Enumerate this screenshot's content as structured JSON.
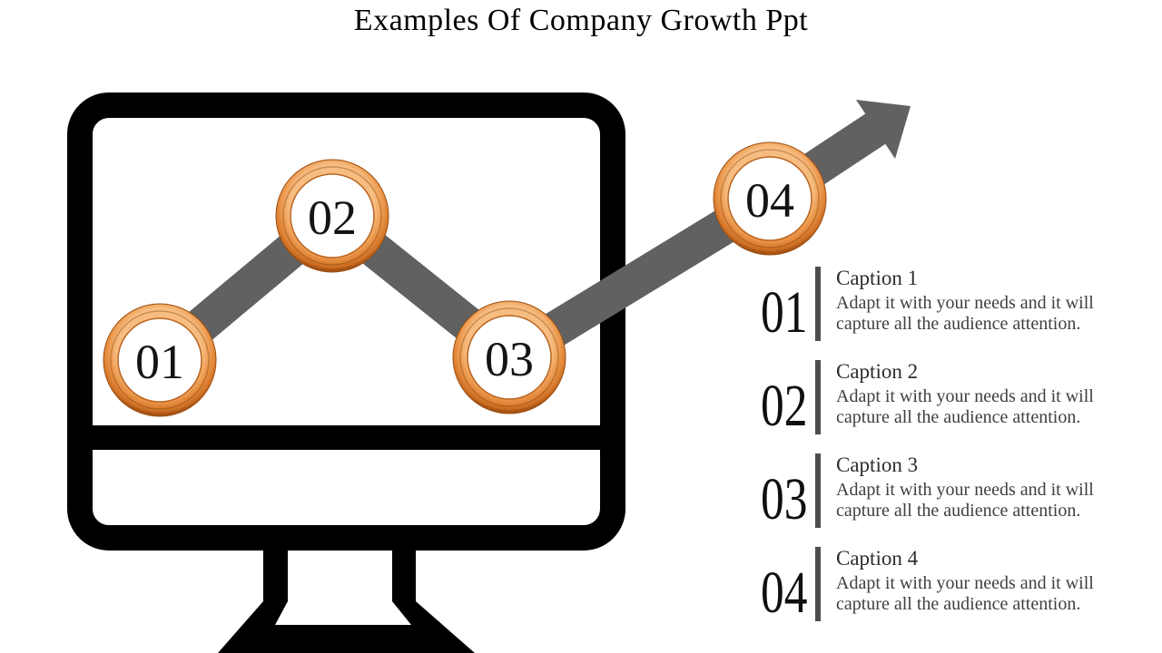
{
  "slide": {
    "title": "Examples Of Company Growth Ppt",
    "title_color": "#000000",
    "background_color": "#ffffff"
  },
  "diagram": {
    "monitor_color": "#000000",
    "arrow_color": "#616161",
    "ring_color": "#e08a3c",
    "steps": [
      {
        "label": "01"
      },
      {
        "label": "02"
      },
      {
        "label": "03"
      },
      {
        "label": "04"
      }
    ]
  },
  "captions": [
    {
      "number": "01",
      "title": "Caption 1",
      "body": "Adapt it with your needs and it will capture all the audience attention."
    },
    {
      "number": "02",
      "title": "Caption 2",
      "body": "Adapt it with your needs and it will capture all the audience attention."
    },
    {
      "number": "03",
      "title": "Caption 3",
      "body": "Adapt it with your needs and it will capture all the audience attention."
    },
    {
      "number": "04",
      "title": "Caption 4",
      "body": "Adapt it with your needs and it will capture all the audience attention."
    }
  ]
}
